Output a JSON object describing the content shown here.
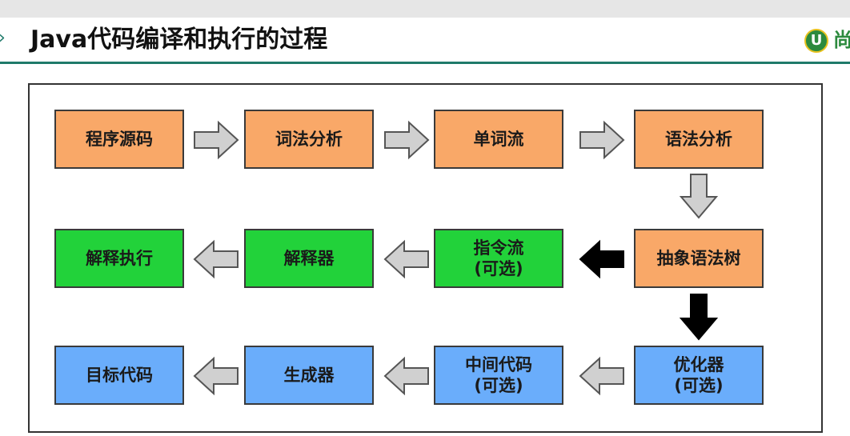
{
  "header": {
    "title": "Java代码编译和执行的过程",
    "logo_text": "尚",
    "logo_mark": "U"
  },
  "colors": {
    "frontend": "#f9a868",
    "interpreter": "#22d23a",
    "jit": "#6aadfb",
    "accent": "#1f7a6a",
    "arrow_gray": "#d0d0d0",
    "arrow_black": "#000000"
  },
  "diagram": {
    "nodes": {
      "source_code": "程序源码",
      "lexical_analysis": "词法分析",
      "token_stream": "单词流",
      "syntax_analysis": "语法分析",
      "ast": "抽象语法树",
      "bytecode_stream": "指令流\n(可选)",
      "interpreter": "解释器",
      "interpret_execute": "解释执行",
      "optimizer": "优化器\n(可选)",
      "intermediate_code": "中间代码\n(可选)",
      "generator": "生成器",
      "target_code": "目标代码"
    }
  }
}
